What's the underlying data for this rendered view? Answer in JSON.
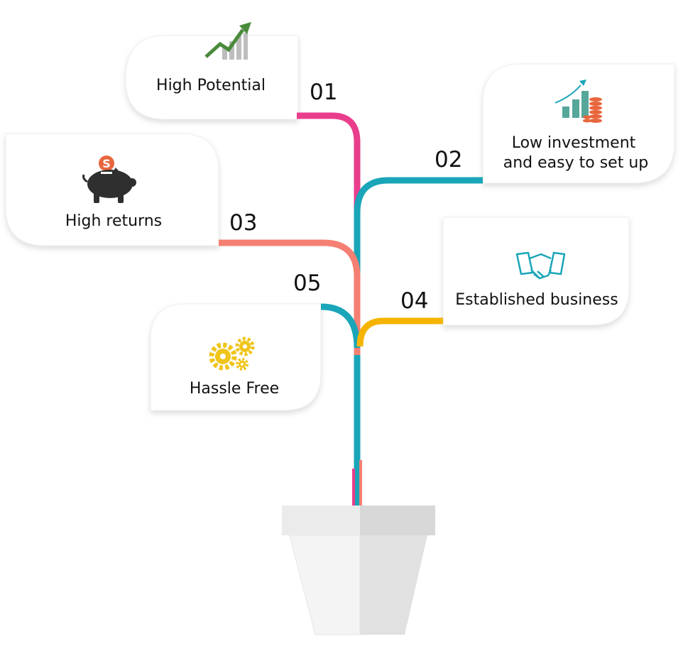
{
  "steps": [
    {
      "number": "01",
      "label": "High Potential",
      "icon": "growth-chart-icon",
      "color": "#e83e8c"
    },
    {
      "number": "02",
      "label_line1": "Low investment",
      "label_line2": "and easy to set up",
      "icon": "investment-chart-coins-icon",
      "color": "#1aa5b8"
    },
    {
      "number": "03",
      "label": "High returns",
      "icon": "piggy-bank-icon",
      "color": "#f47f72"
    },
    {
      "number": "04",
      "label": "Established business",
      "icon": "handshake-icon",
      "color": "#f5b400"
    },
    {
      "number": "05",
      "label": "Hassle Free",
      "icon": "gears-icon",
      "color": "#1aa5b8"
    }
  ],
  "colors": {
    "pink": "#e83e8c",
    "teal": "#1aa5b8",
    "salmon": "#f47f72",
    "yellow": "#f5b400",
    "green": "#4a8a3c",
    "gray": "#bdbdbd",
    "piggy": "#2f2f2f",
    "coin": "#e8663d",
    "pot_light": "#efefef",
    "pot_dark": "#e2e2e2"
  }
}
